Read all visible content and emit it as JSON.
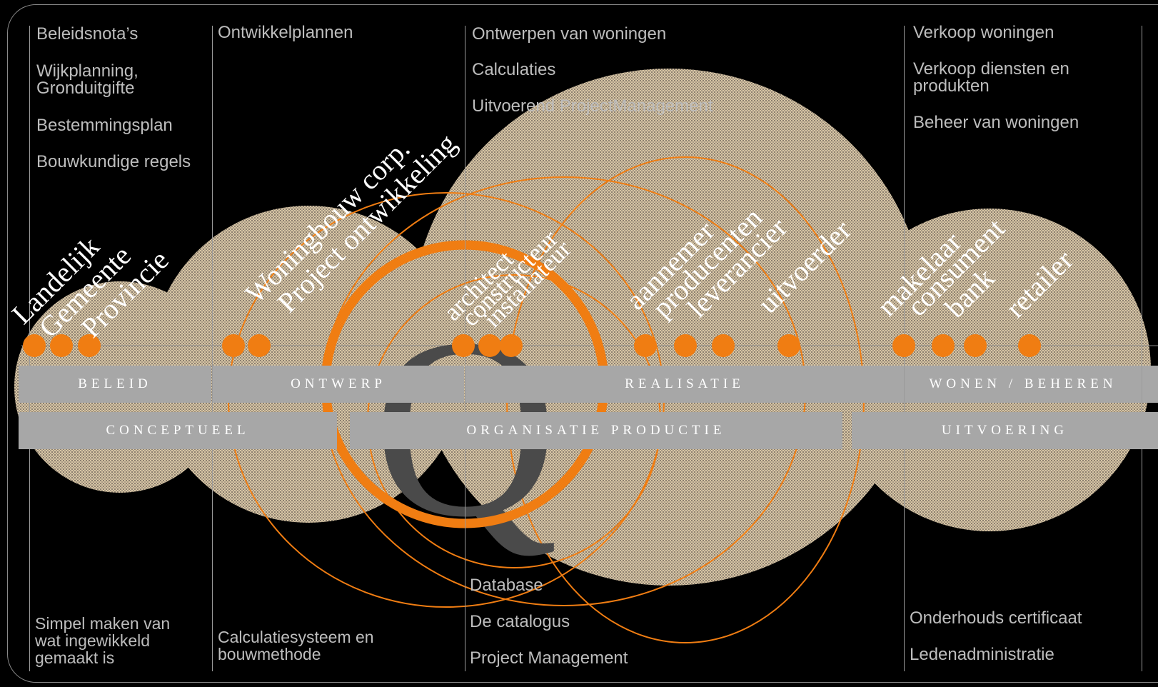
{
  "colors": {
    "accent": "#f07d12",
    "pattern_light": "#d8c6a4",
    "pattern_dark": "#8c7f70",
    "band": "#a7a7a7",
    "q_logo": "#4a4a4a",
    "text": "#bdbdbd"
  },
  "logo": {
    "letter": "Q"
  },
  "columns": {
    "col1_top": [
      "Beleidsnota’s",
      "Wijkplanning,\nGronduitgifte",
      "Bestemmingsplan",
      "Bouwkundige regels"
    ],
    "col1_bottom": "Simpel maken van\nwat ingewikkeld\ngemaakt is",
    "col2_top": "Ontwikkelplannen",
    "col2_bottom": "Calculatiesysteem en\nbouwmethode",
    "col3_top": [
      "Ontwerpen van woningen",
      "Calculaties",
      "Uitvoerend ProjectManagement"
    ],
    "col3_bottom": [
      "Database",
      "De catalogus",
      "Project Management"
    ],
    "col4_top": [
      "Verkoop woningen",
      "Verkoop diensten en\nprodukten",
      "Beheer van woningen"
    ],
    "col4_bottom": [
      "Onderhouds certificaat",
      "Ledenadministratie"
    ]
  },
  "phases": [
    "BELEID",
    "ONTWERP",
    "REALISATIE",
    "WONEN / BEHEREN"
  ],
  "stages": [
    "CONCEPTUEEL",
    "ORGANISATIE PRODUCTIE",
    "UITVOERING"
  ],
  "actors": {
    "g1": [
      "Landelijk",
      "Gemeente",
      "Provincie"
    ],
    "g2": [
      "Woningbouw corp.",
      "Project ontwikkeling"
    ],
    "g3": [
      "architect",
      "constructeur",
      "installateur"
    ],
    "g4": [
      "aannemer",
      "producenten",
      "leverancier",
      "uitvoerder"
    ],
    "g5": [
      "makelaar",
      "consument",
      "bank",
      "retailer"
    ]
  }
}
